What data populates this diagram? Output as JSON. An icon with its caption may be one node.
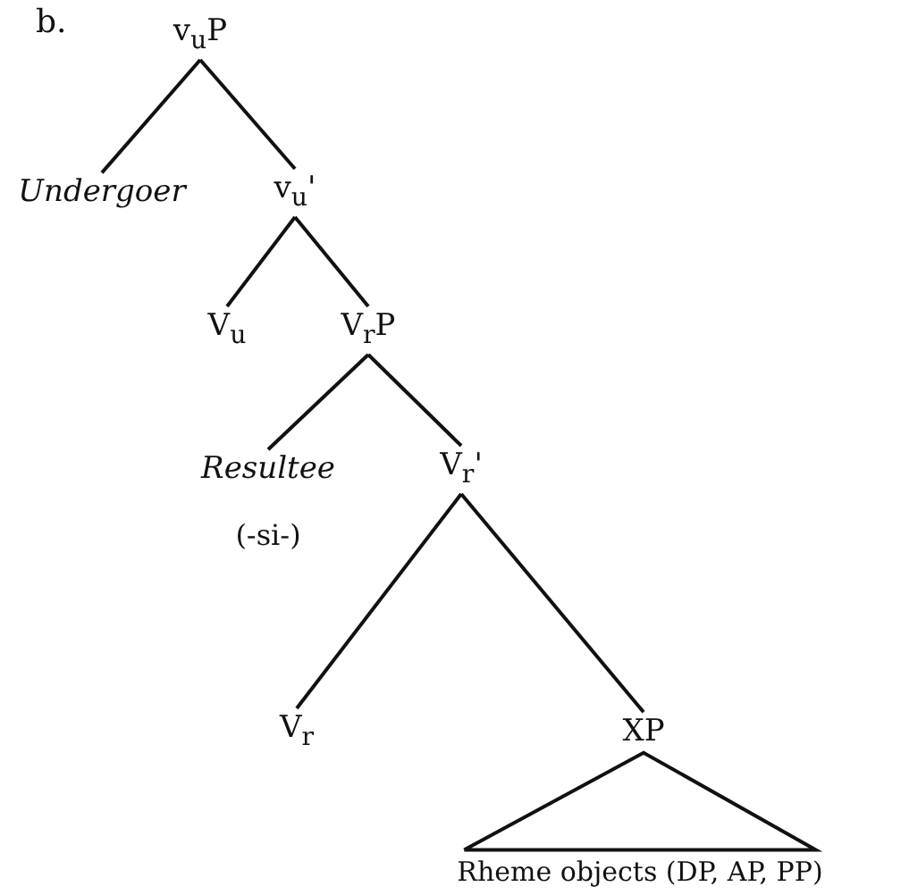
{
  "diagram": {
    "nodes": [
      {
        "text": [
          "v$_{u}$P"
        ]
      },
      {
        "text": [
          "Undergoer"
        ]
      },
      {
        "text": [
          "v$_{u}$'"
        ]
      },
      {
        "text": [
          "V$_{u}$"
        ]
      },
      {
        "text": [
          "V$_{r}$P"
        ]
      },
      {
        "text": [
          "Resultee"
        ],
        "beside": [
          "(-si-)"
        ]
      },
      {
        "text": [
          "V$_{r}$'"
        ]
      },
      {
        "text": [
          "V$_{r}$"
        ]
      },
      {
        "text": [
          "XP"
        ]
      },
      {
        "text": [
          "Rheme objects (DP, AP, PP)"
        ]
      }
    ],
    "edges": [
      {
        "from": 0,
        "to": 1,
        "arrow": "none"
      },
      {
        "from": 0,
        "to": 2,
        "arrow": "none"
      },
      {
        "from": 2,
        "to": 3,
        "arrow": "none"
      },
      {
        "from": 2,
        "to": 4,
        "arrow": "none"
      },
      {
        "from": 4,
        "to": 5,
        "arrow": "none"
      },
      {
        "from": 4,
        "to": 6,
        "arrow": "none"
      },
      {
        "from": 6,
        "to": 7,
        "arrow": "none"
      },
      {
        "from": 6,
        "to": 8,
        "arrow": "none"
      },
      {
        "from": 8,
        "to": 9,
        "arrow": "none"
      }
    ],
    "labels": [
      "b."
    ]
  }
}
